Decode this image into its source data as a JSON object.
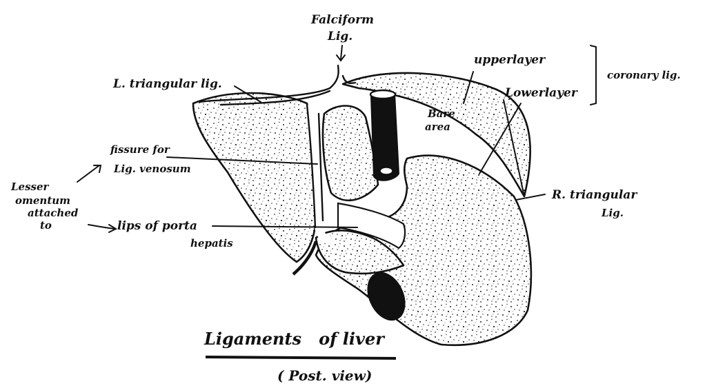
{
  "labels": {
    "falciform": [
      "Falciform",
      "Lig."
    ],
    "upper_layer": "upperlayer",
    "lower_layer": "Lowerlayer",
    "coronary": "coronary lig.",
    "l_triangular": "L. triangular lig.",
    "bare_area": [
      "Bare",
      "area"
    ],
    "fissure": [
      "fissure for",
      "Lig. venosum"
    ],
    "lesser_omentum": [
      "Lesser",
      "omentum",
      "attached",
      "to"
    ],
    "lips": "lips of porta",
    "hepatis": "hepatis",
    "r_triangular": [
      "R. triangular",
      "Lig."
    ]
  },
  "title": "Ligaments   of liver",
  "subtitle": "( Post. view)",
  "colors": {
    "ink": "#111111",
    "paper": "#ffffff"
  }
}
